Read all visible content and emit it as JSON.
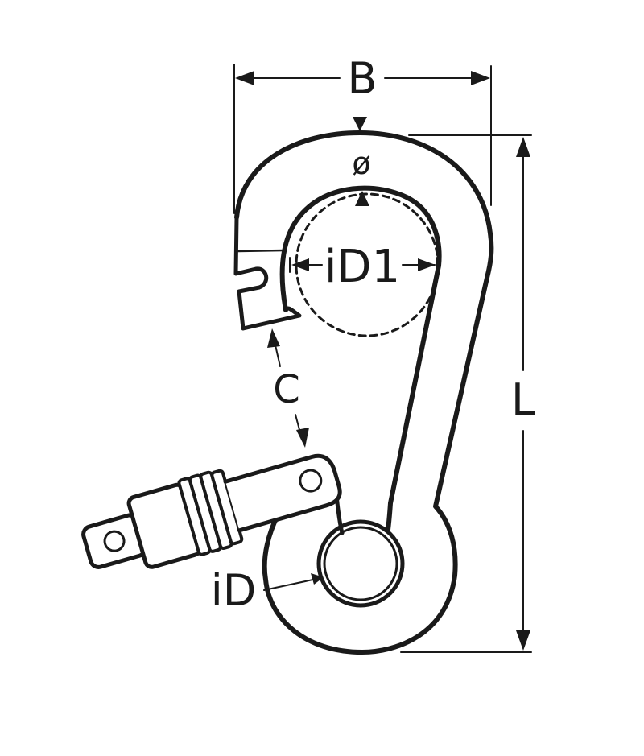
{
  "diagram": {
    "subject": "Snap hook with screw gate",
    "line_color": "#1a1a1a",
    "background": "#ffffff",
    "dimensions": {
      "B": "B",
      "diameter": "ø",
      "iD1": "iD1",
      "C": "C",
      "L": "L",
      "iD": "iD"
    }
  }
}
